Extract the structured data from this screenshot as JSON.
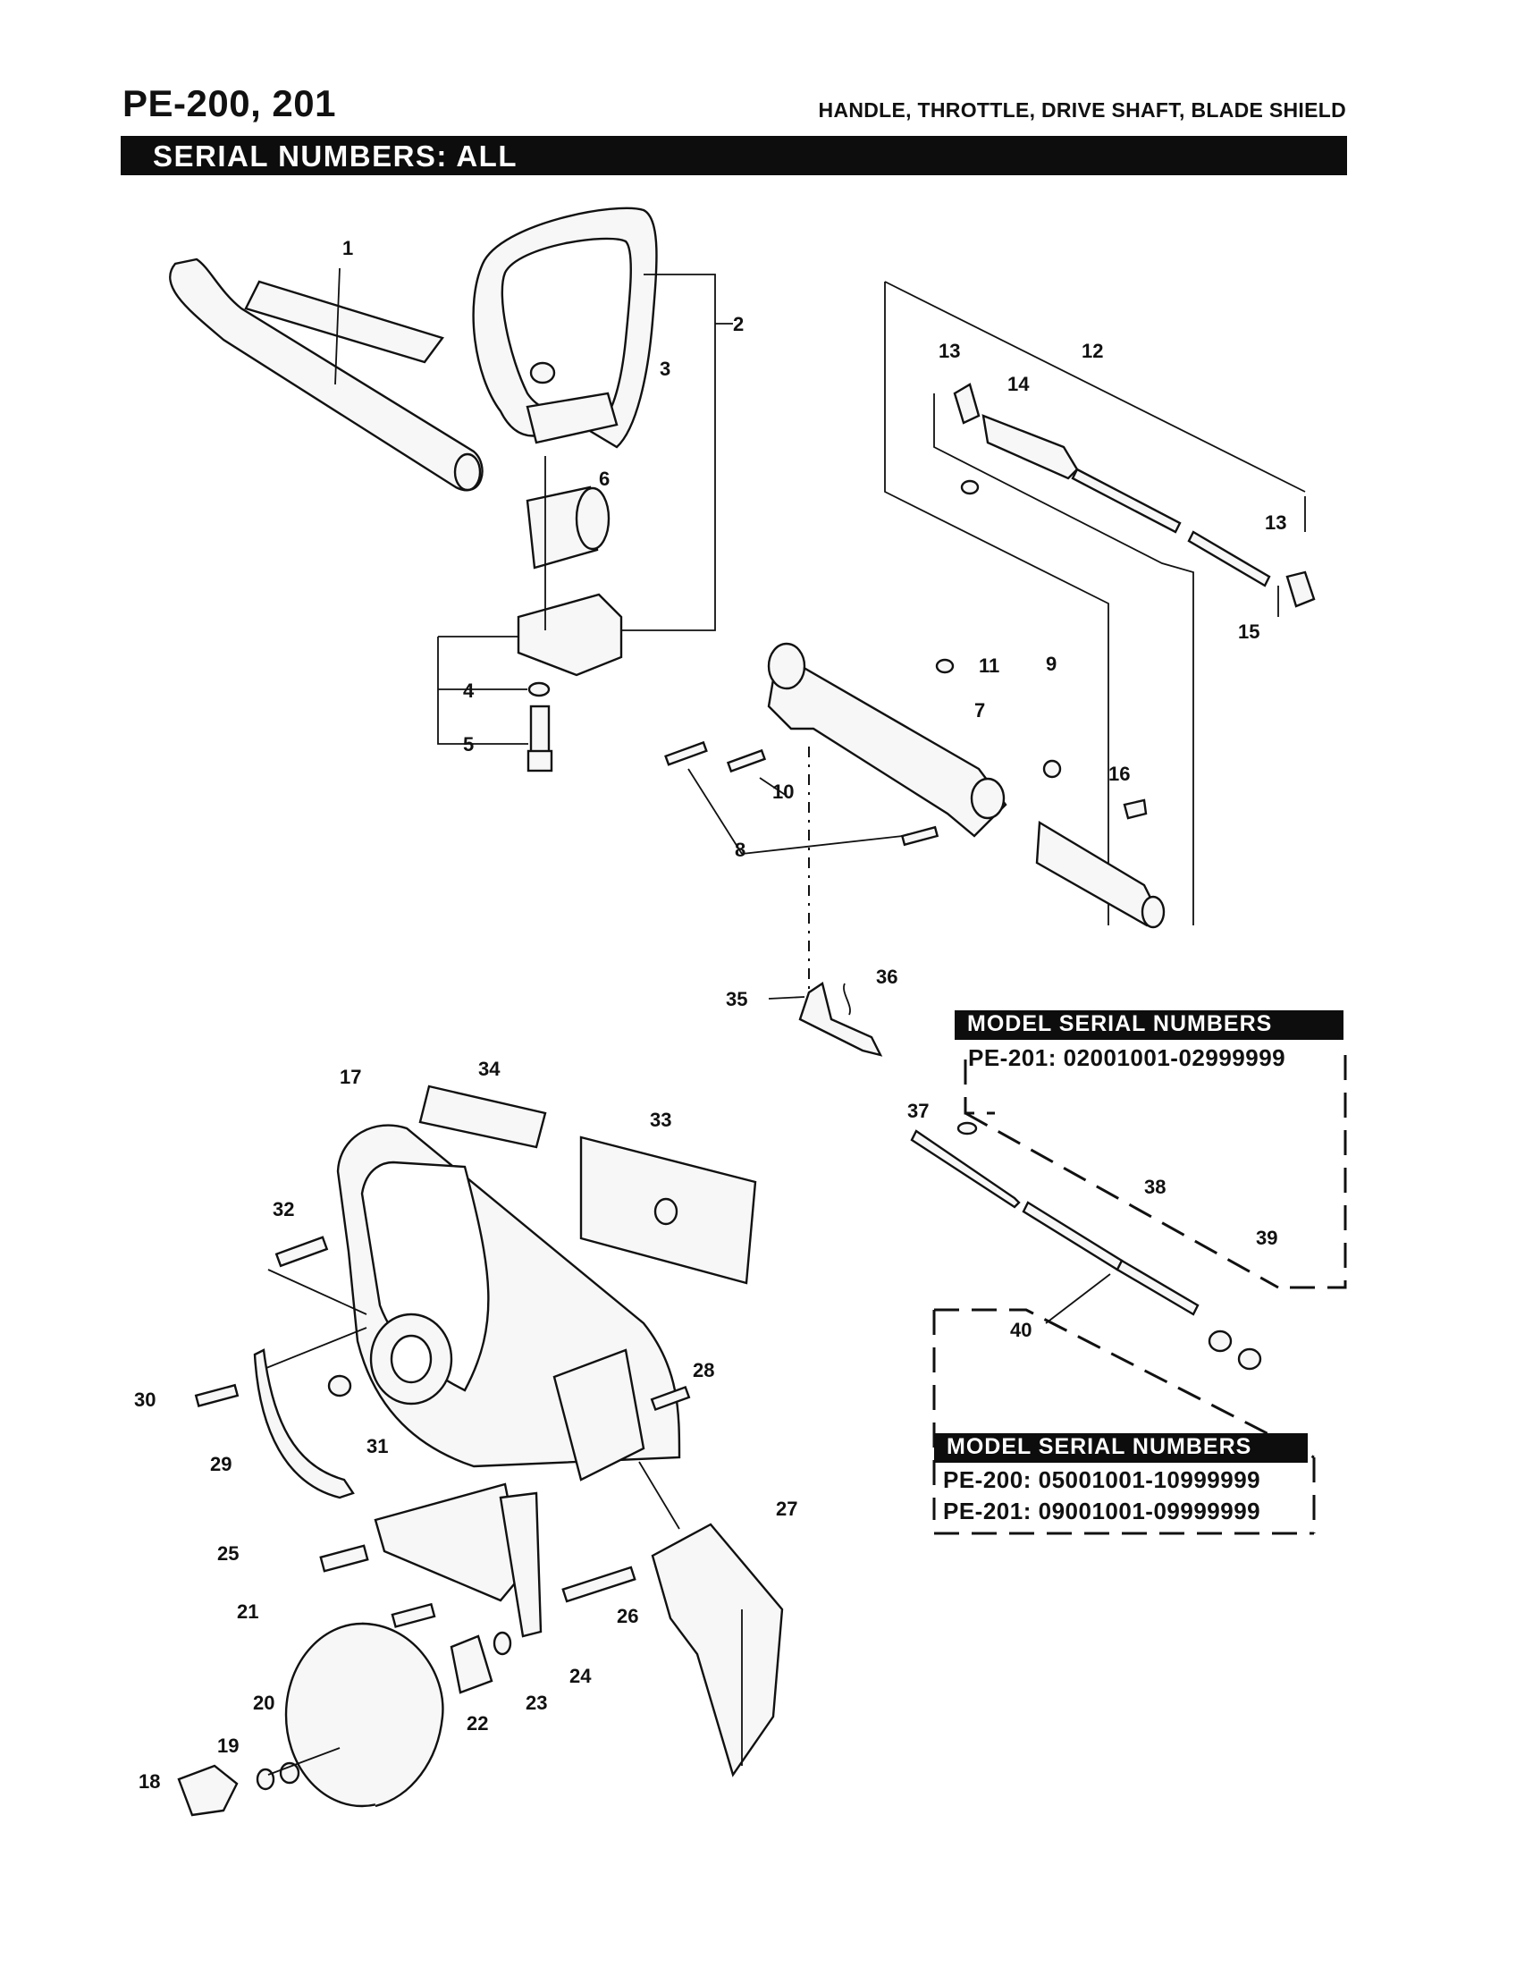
{
  "header": {
    "model": "PE-200, 201",
    "subtitle": "HANDLE, THROTTLE, DRIVE SHAFT, BLADE SHIELD",
    "banner": "SERIAL NUMBERS: ALL"
  },
  "serial_box_1": {
    "heading": "MODEL SERIAL NUMBERS",
    "lines": [
      "PE-201:  02001001-02999999"
    ]
  },
  "serial_box_2": {
    "heading": "MODEL SERIAL NUMBERS",
    "lines": [
      "PE-200:  05001001-10999999",
      "PE-201:  09001001-09999999"
    ]
  },
  "callouts": [
    "1",
    "2",
    "3",
    "4",
    "5",
    "6",
    "7",
    "8",
    "9",
    "10",
    "11",
    "12",
    "13",
    "13",
    "14",
    "15",
    "16",
    "17",
    "18",
    "19",
    "20",
    "21",
    "22",
    "23",
    "24",
    "25",
    "26",
    "27",
    "28",
    "29",
    "30",
    "31",
    "32",
    "33",
    "34",
    "35",
    "36",
    "37",
    "38",
    "39",
    "40"
  ]
}
